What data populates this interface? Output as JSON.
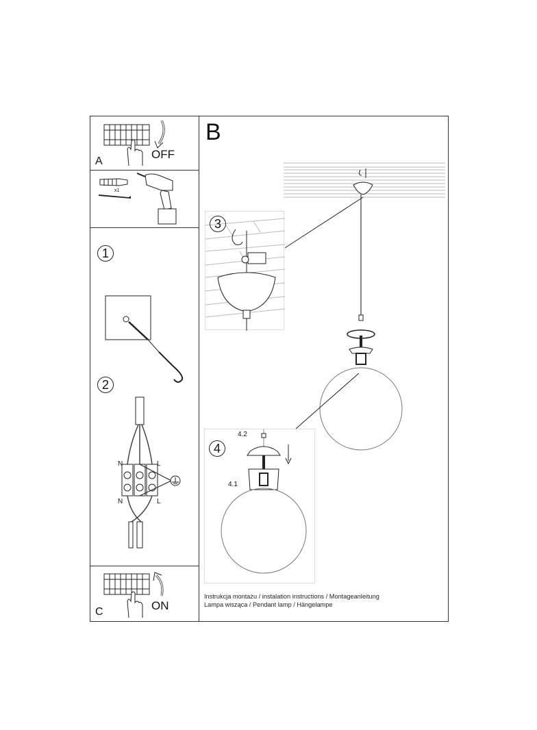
{
  "document": {
    "type": "installation-instructions",
    "product": "Pendant lamp"
  },
  "panels": {
    "A": {
      "letter": "A",
      "switch_label": "OFF"
    },
    "tools": {
      "quantity_label": "x1"
    },
    "step1": {
      "number": "1"
    },
    "step2": {
      "number": "2",
      "terminal_labels": {
        "top_left": "N",
        "top_right": "L",
        "bottom_left": "N",
        "bottom_right": "L"
      },
      "ground_symbol": "ground-icon"
    },
    "C": {
      "letter": "C",
      "switch_label": "ON"
    },
    "B": {
      "letter": "B",
      "step3": {
        "number": "3"
      },
      "step4": {
        "number": "4",
        "part_4_1": "4.1",
        "part_4_2": "4.2"
      }
    }
  },
  "caption": {
    "line1": "Instrukcja montażu / instalation instructions / Montageanleitung",
    "line2": "Lampa wisząca / Pendant lamp / Hängelampe"
  },
  "colors": {
    "line": "#333333",
    "background": "#ffffff",
    "light_line": "#cccccc"
  }
}
